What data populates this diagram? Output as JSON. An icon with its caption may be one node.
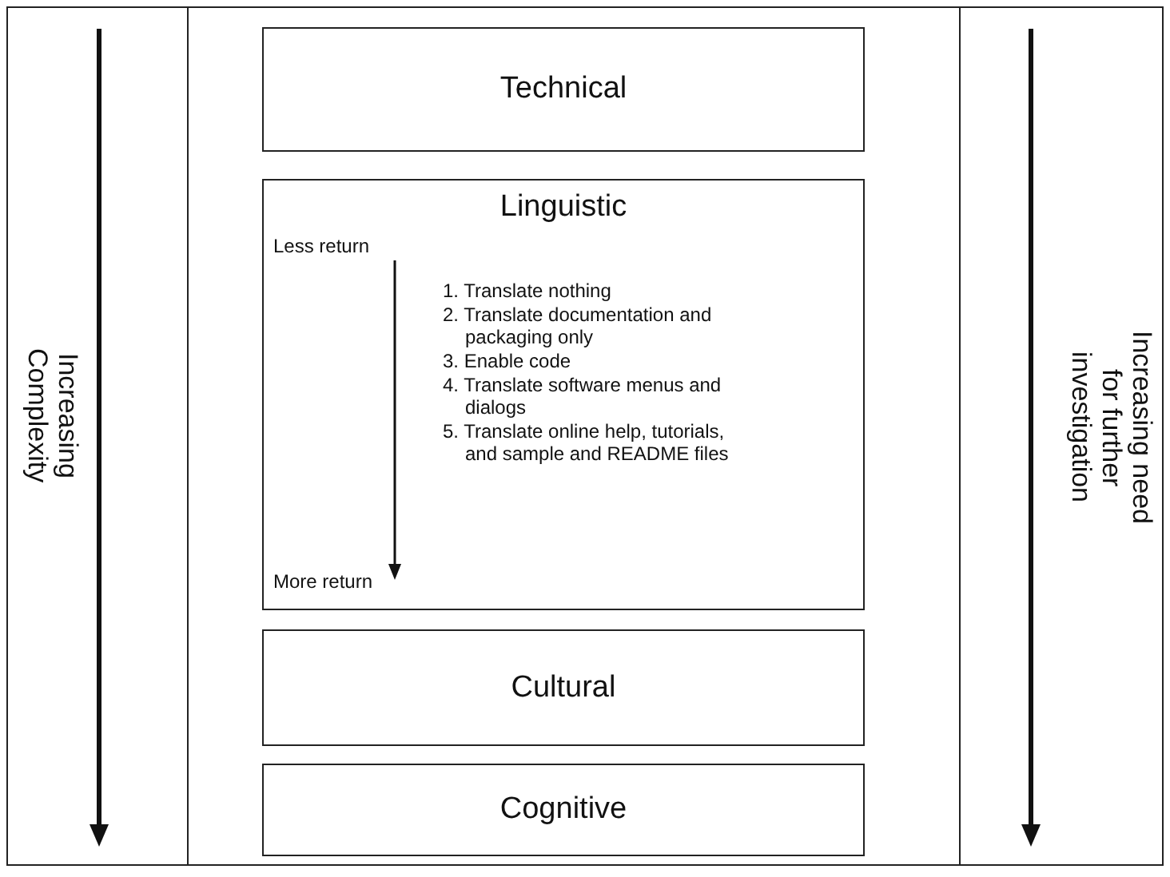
{
  "diagram": {
    "nodes": [
      {
        "text": [
          "Technical"
        ]
      },
      {
        "text": [
          "Linguistic",
          "Less return",
          "1. Translate nothing",
          "2. Translate documentation and packaging only",
          "3. Enable code",
          "4. Translate software menus and dialogs",
          "5. Translate online help, tutorials, and sample and README files",
          "More return"
        ]
      },
      {
        "text": [
          "Cultural"
        ]
      },
      {
        "text": [
          "Cognitive"
        ]
      }
    ],
    "labels": [
      "Increasing Complexity",
      "Increasing need for further investigation"
    ]
  }
}
